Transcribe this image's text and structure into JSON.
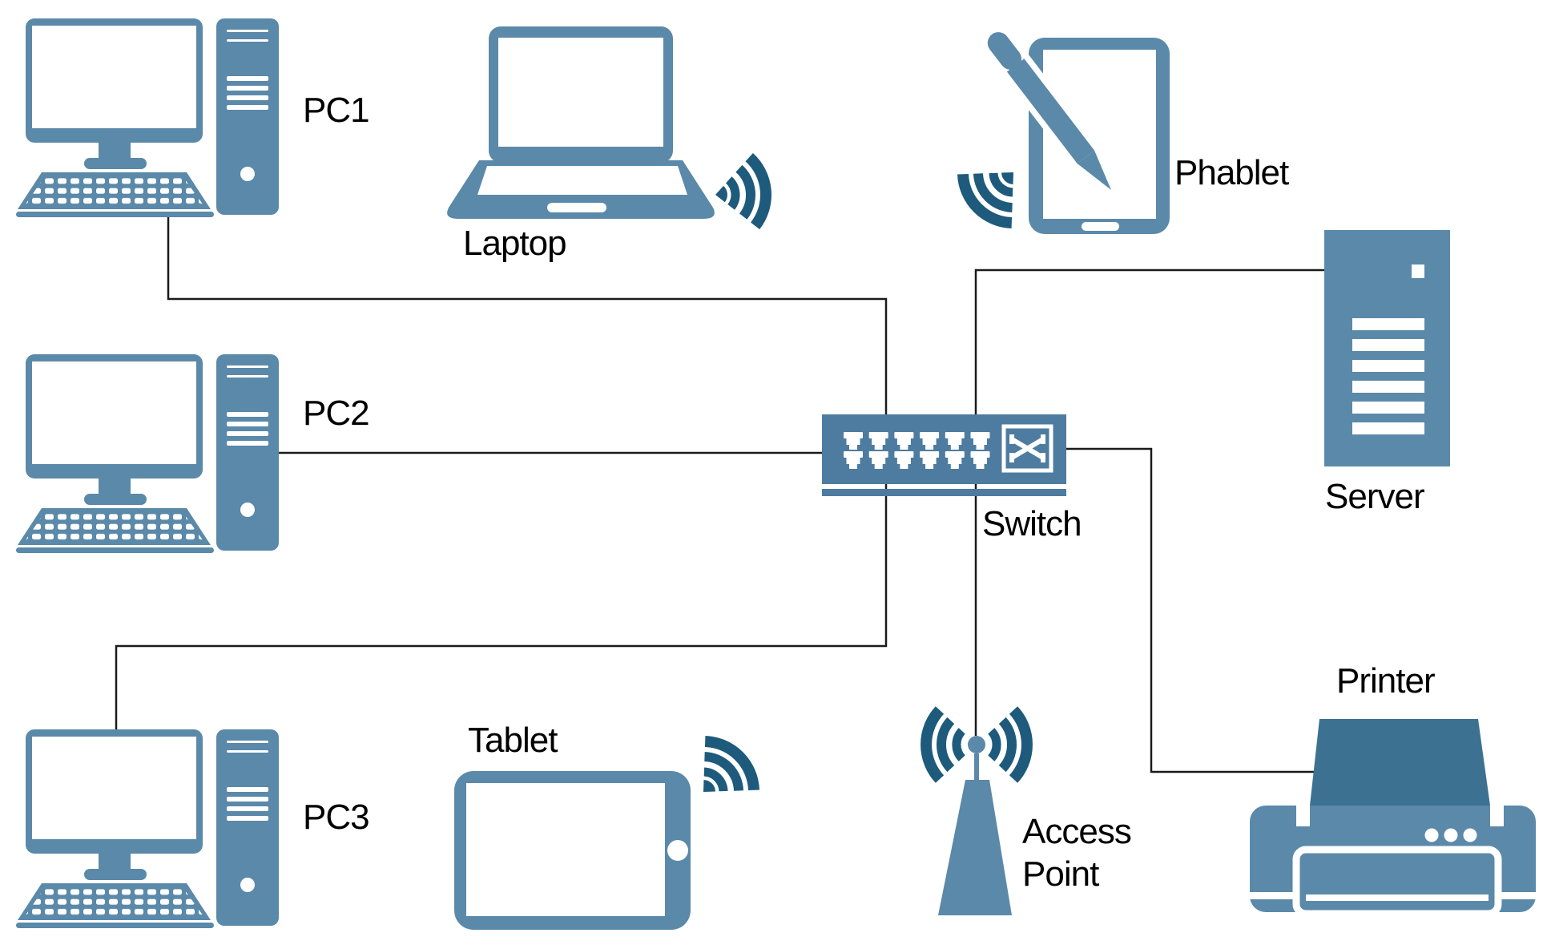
{
  "diagram": {
    "kind": "network-topology-diagram",
    "colors": {
      "device_blue": "#5B89A9",
      "switch_blue": "#4D7CA0",
      "wireless_dark_blue": "#1E5A7B",
      "printer_paper_blue": "#3C7192",
      "wire_black": "#1A1A1A",
      "background": "#FFFFFF",
      "text": "#000000"
    },
    "nodes": [
      {
        "id": "pc1",
        "label": "PC1",
        "type": "desktop-pc",
        "connection": "wired"
      },
      {
        "id": "pc2",
        "label": "PC2",
        "type": "desktop-pc",
        "connection": "wired"
      },
      {
        "id": "pc3",
        "label": "PC3",
        "type": "desktop-pc",
        "connection": "wired"
      },
      {
        "id": "laptop",
        "label": "Laptop",
        "type": "laptop",
        "connection": "wireless"
      },
      {
        "id": "phablet",
        "label": "Phablet",
        "type": "phablet-with-stylus",
        "connection": "wireless"
      },
      {
        "id": "tablet",
        "label": "Tablet",
        "type": "tablet",
        "connection": "wireless"
      },
      {
        "id": "server",
        "label": "Server",
        "type": "server-tower",
        "connection": "wired"
      },
      {
        "id": "switch",
        "label": "Switch",
        "type": "ethernet-switch-12-port",
        "connection": "hub"
      },
      {
        "id": "access_point",
        "label": "Access Point",
        "type": "wireless-access-point",
        "connection": "wired"
      },
      {
        "id": "printer",
        "label": "Printer",
        "type": "printer",
        "connection": "wired"
      }
    ],
    "edges": [
      {
        "from": "PC1",
        "to": "Switch"
      },
      {
        "from": "PC2",
        "to": "Switch"
      },
      {
        "from": "PC3",
        "to": "Switch"
      },
      {
        "from": "Server",
        "to": "Switch"
      },
      {
        "from": "Switch",
        "to": "Printer"
      },
      {
        "from": "Switch",
        "to": "Access Point"
      }
    ]
  },
  "labels": {
    "pc1": "PC1",
    "pc2": "PC2",
    "pc3": "PC3",
    "laptop": "Laptop",
    "phablet": "Phablet",
    "tablet": "Tablet",
    "server": "Server",
    "switch": "Switch",
    "access_line1": "Access",
    "access_line2": "Point",
    "printer": "Printer"
  }
}
